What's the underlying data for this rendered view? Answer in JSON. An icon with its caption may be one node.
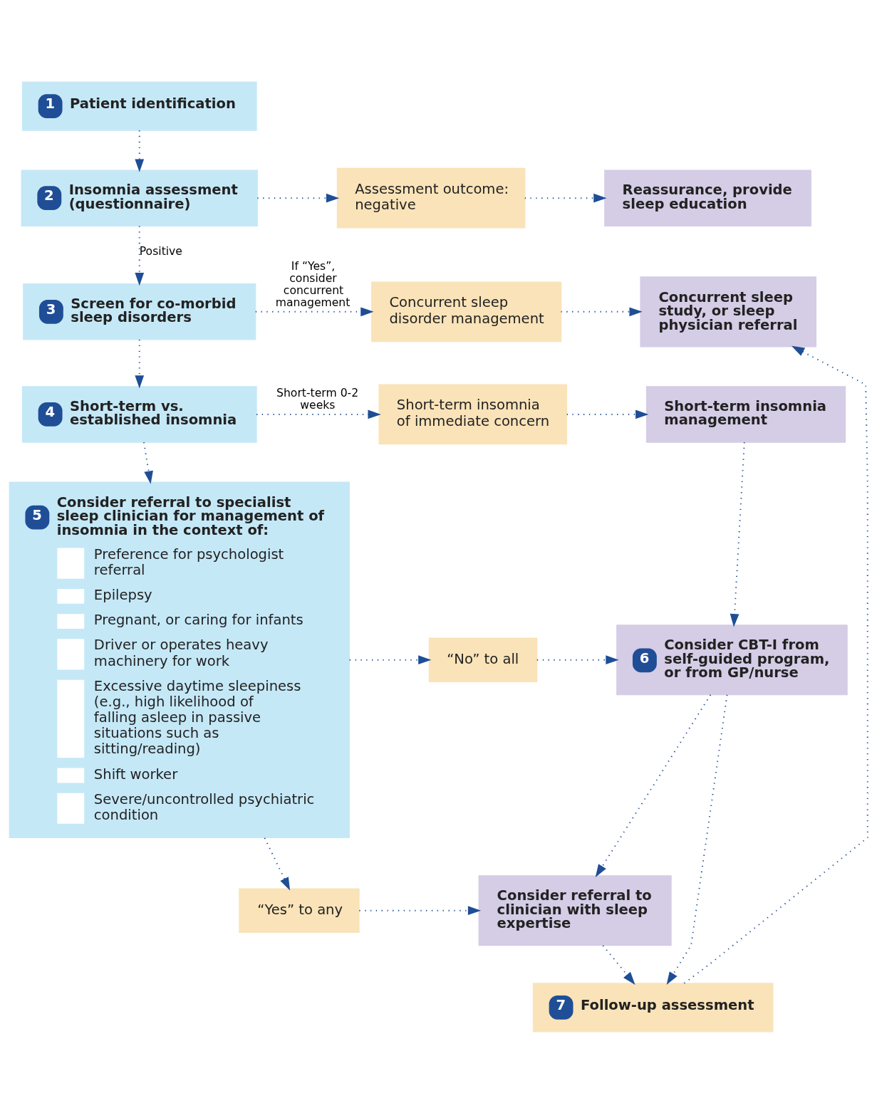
{
  "diagram": {
    "nodes": [
      {
        "text": [
          "1",
          "Patient identification"
        ]
      },
      {
        "text": [
          "2",
          "Insomnia assessment (questionnaire)"
        ]
      },
      {
        "text": [
          "Assessment outcome: negative"
        ]
      },
      {
        "text": [
          "Reassurance, provide sleep education"
        ]
      },
      {
        "text": [
          "3",
          "Screen for co-morbid sleep disorders"
        ]
      },
      {
        "text": [
          "Concurrent sleep disorder management"
        ]
      },
      {
        "text": [
          "Concurrent sleep study, or sleep physician referral"
        ]
      },
      {
        "text": [
          "4",
          "Short-term vs. established insomnia"
        ]
      },
      {
        "text": [
          "Short-term insomnia of immediate concern"
        ]
      },
      {
        "text": [
          "Short-term insomnia management"
        ]
      },
      {
        "text": [
          "5",
          "Consider referral to specialist sleep clinician for management of insomnia in the context of:",
          "Preference for psychologist referral",
          "Epilepsy",
          "Pregnant, or caring for infants",
          "Driver or operates heavy machinery for work",
          "Excessive daytime sleepiness (e.g., high likelihood of falling asleep in passive situations such as sitting/reading)",
          "Shift worker",
          "Severe/uncontrolled psychiatric condition"
        ]
      },
      {
        "text": [
          "“No” to all"
        ]
      },
      {
        "text": [
          "6",
          "Consider CBT-I from self-guided program, or from GP/nurse"
        ]
      },
      {
        "text": [
          "“Yes” to any"
        ]
      },
      {
        "text": [
          "Consider referral to clinician with sleep expertise"
        ]
      },
      {
        "text": [
          "7",
          "Follow-up assessment"
        ]
      }
    ],
    "edges": [
      {
        "from": 0,
        "to": 1,
        "arrow": "to"
      },
      {
        "from": 1,
        "to": 2,
        "arrow": "to"
      },
      {
        "from": 2,
        "to": 3,
        "arrow": "to"
      },
      {
        "from": 1,
        "to": 4,
        "arrow": "to",
        "label": "Positive"
      },
      {
        "from": 4,
        "to": 5,
        "arrow": "to",
        "label": "If “Yes”, consider concurrent management"
      },
      {
        "from": 5,
        "to": 6,
        "arrow": "to"
      },
      {
        "from": 4,
        "to": 7,
        "arrow": "to"
      },
      {
        "from": 7,
        "to": 8,
        "arrow": "to",
        "label": "Short-term 0-2 weeks"
      },
      {
        "from": 8,
        "to": 9,
        "arrow": "to"
      },
      {
        "from": 7,
        "to": 10,
        "arrow": "to"
      },
      {
        "from": 9,
        "to": 12,
        "arrow": "to"
      },
      {
        "from": 10,
        "to": 11,
        "arrow": "to"
      },
      {
        "from": 11,
        "to": 12,
        "arrow": "to"
      },
      {
        "from": 10,
        "to": 13,
        "arrow": "to"
      },
      {
        "from": 13,
        "to": 14,
        "arrow": "to"
      },
      {
        "from": 12,
        "to": 14,
        "arrow": "to"
      },
      {
        "from": 14,
        "to": 15,
        "arrow": "to"
      },
      {
        "from": 12,
        "to": 15,
        "arrow": "to"
      },
      {
        "from": 15,
        "to": 6,
        "arrow": "to"
      }
    ]
  }
}
